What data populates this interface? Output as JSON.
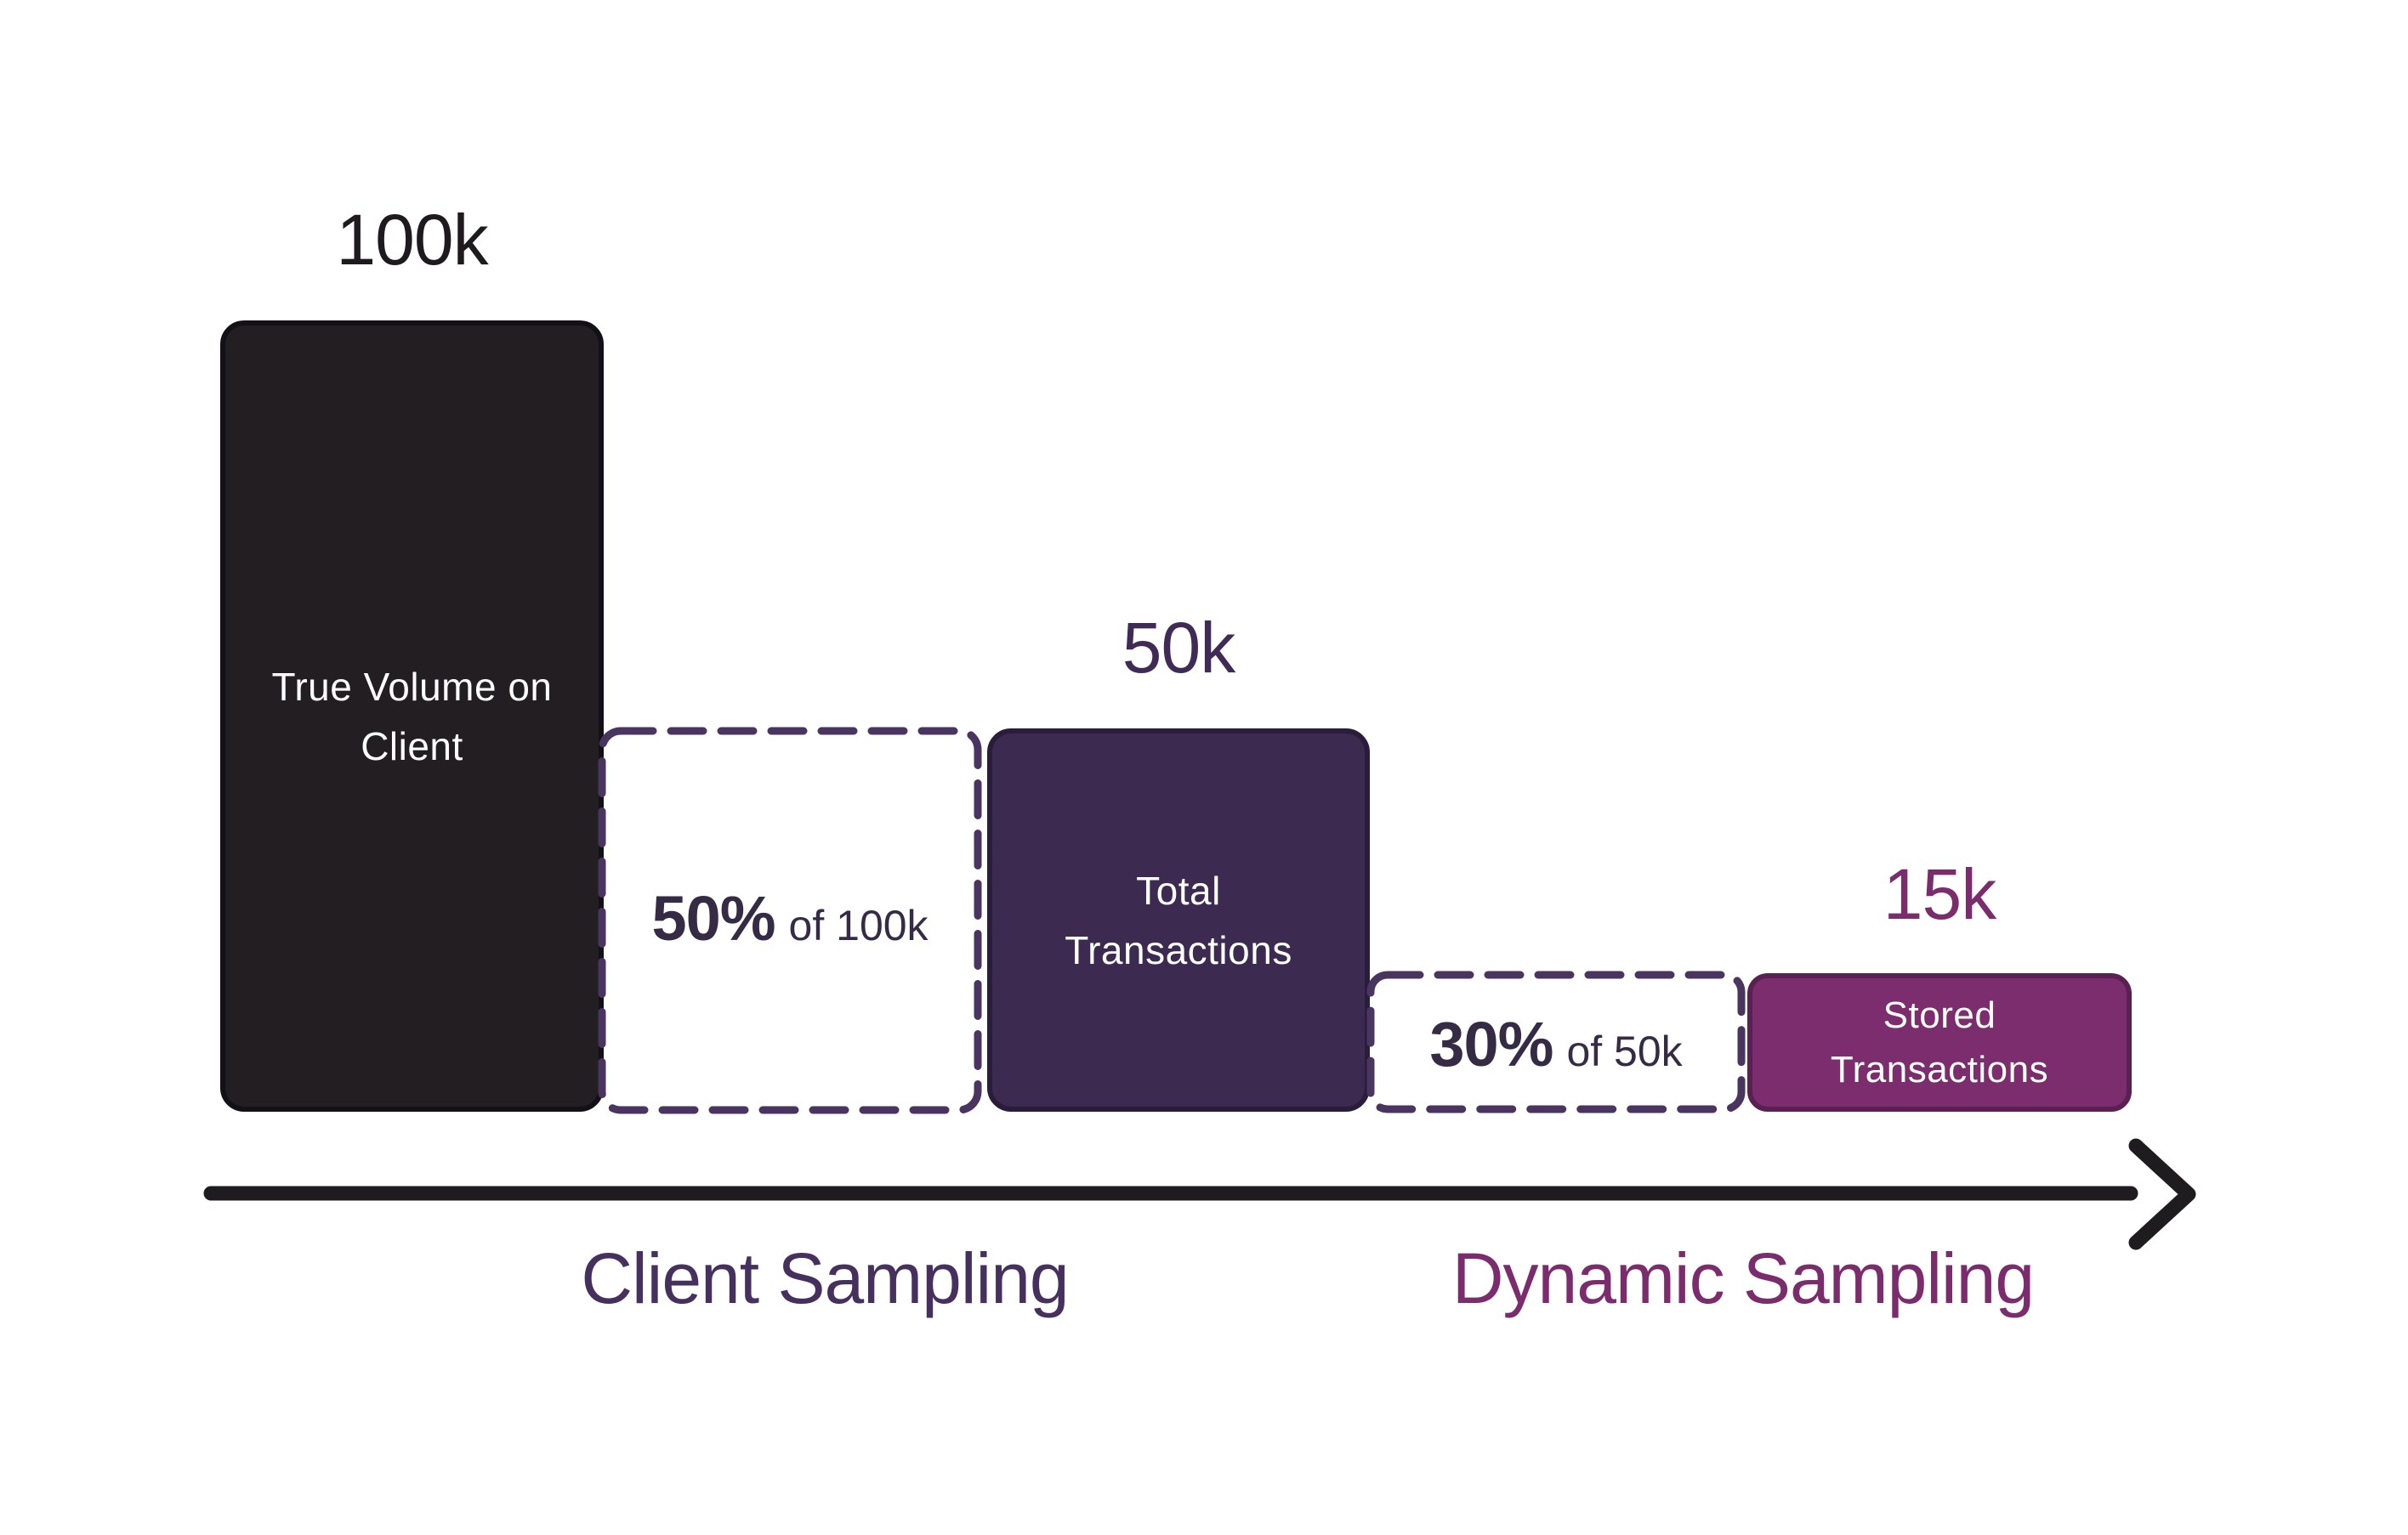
{
  "canvas": {
    "background": "#FFFFFF"
  },
  "colors": {
    "bar1_fill": "#221E21",
    "bar1_border": "#131017",
    "bar2_fill": "#3D2A50",
    "bar2_border": "#2A1C3B",
    "bar3_fill": "#7C2D6E",
    "bar3_border": "#5A2052",
    "dash": "#4A3560",
    "arrow": "#1F1C1F",
    "value1": "#1E1A1D",
    "value2": "#3F2B55",
    "value3": "#7B2C6D",
    "pct_text": "#362B44",
    "bar_text": "#FFFFFF",
    "axis_left": "#45305E",
    "axis_right": "#7B2C6D"
  },
  "funnel": {
    "stages": [
      {
        "value": "100k",
        "label_line1": "True Volume on",
        "label_line2": "Client"
      },
      {
        "value": "50k",
        "label_line1": "Total",
        "label_line2": "Transactions"
      },
      {
        "value": "15k",
        "label_line1": "Stored",
        "label_line2": "Transactions"
      }
    ],
    "reductions": [
      {
        "pct": "50%",
        "of": "of 100k"
      },
      {
        "pct": "30%",
        "of": "of 50k"
      }
    ],
    "axis": {
      "left": "Client Sampling",
      "right": "Dynamic Sampling",
      "arrow_icon": "arrow-right"
    }
  }
}
